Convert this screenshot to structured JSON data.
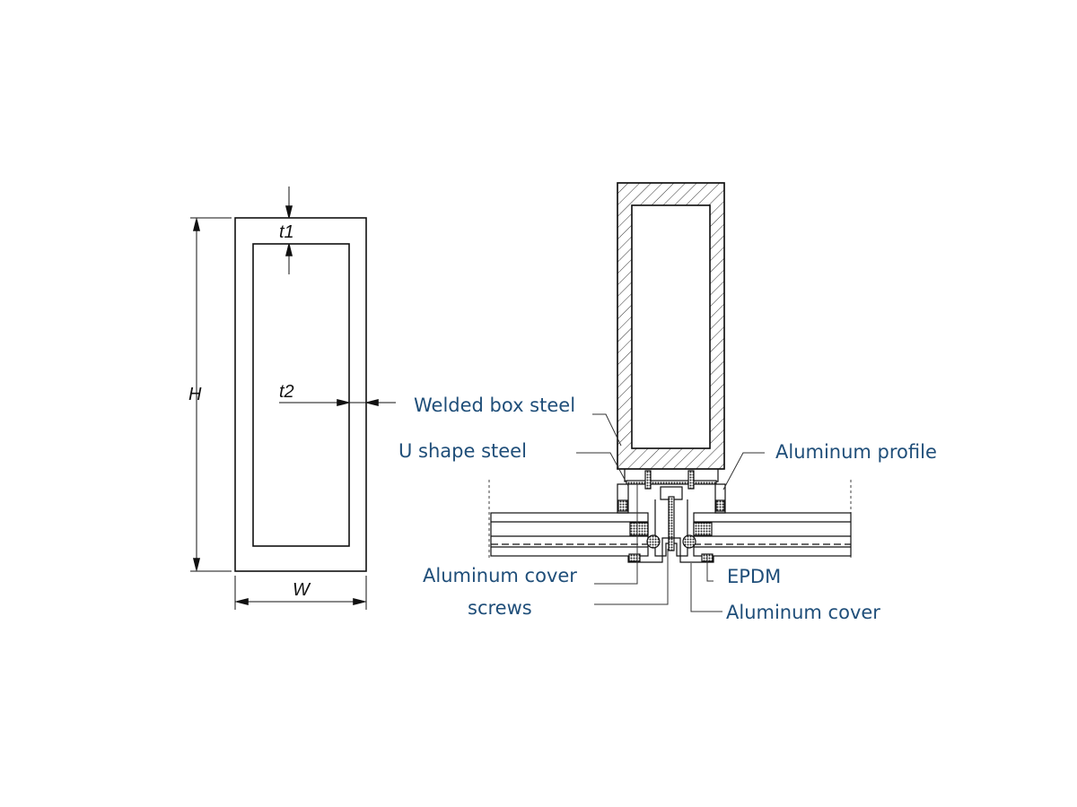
{
  "colors": {
    "label": "#1f4e79",
    "line": "#111111"
  },
  "section_dimensions": {
    "top_thickness": "t1",
    "side_thickness": "t2",
    "height": "H",
    "width": "W"
  },
  "callouts": {
    "welded_box_steel": "Welded box steel",
    "u_shape_steel": "U shape steel",
    "aluminum_profile": "Aluminum profile",
    "aluminum_cover_left": "Aluminum cover",
    "screws": "screws",
    "epdm": "EPDM",
    "aluminum_cover_right": "Aluminum cover"
  }
}
